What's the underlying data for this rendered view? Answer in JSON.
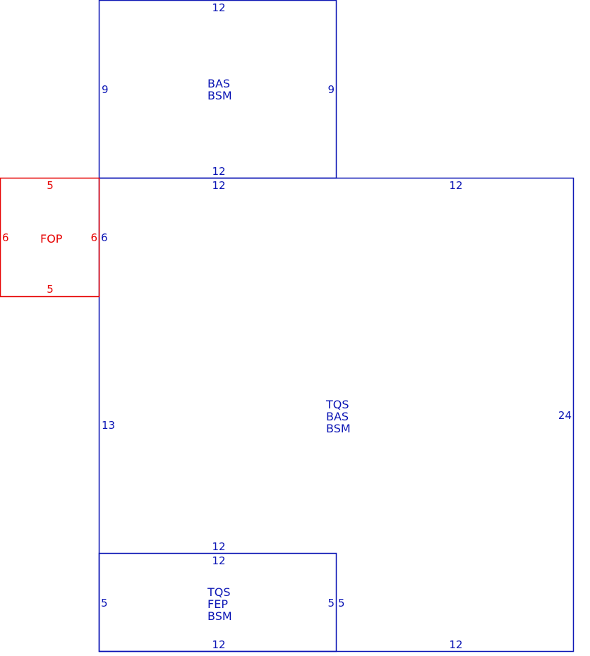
{
  "colors": {
    "main": "#0a14b4",
    "porch": "#e60000"
  },
  "sections": {
    "top": {
      "codes": [
        "BAS",
        "BSM"
      ],
      "top": "12",
      "left": "9",
      "right": "9",
      "bottom": "12"
    },
    "porch": {
      "codes": [
        "FOP"
      ],
      "top": "5",
      "left": "6",
      "right": "6",
      "bottom": "5"
    },
    "main": {
      "codes": [
        "TQS",
        "BAS",
        "BSM"
      ],
      "top_left": "12",
      "top_right": "12",
      "left_upper": "6",
      "left_lower": "13",
      "right": "24",
      "bottom_right": "12"
    },
    "bottom": {
      "codes": [
        "TQS",
        "FEP",
        "BSM"
      ],
      "top_outer": "12",
      "top_inner": "12",
      "left": "5",
      "right": "5",
      "right_outer": "5",
      "bottom": "12"
    }
  }
}
